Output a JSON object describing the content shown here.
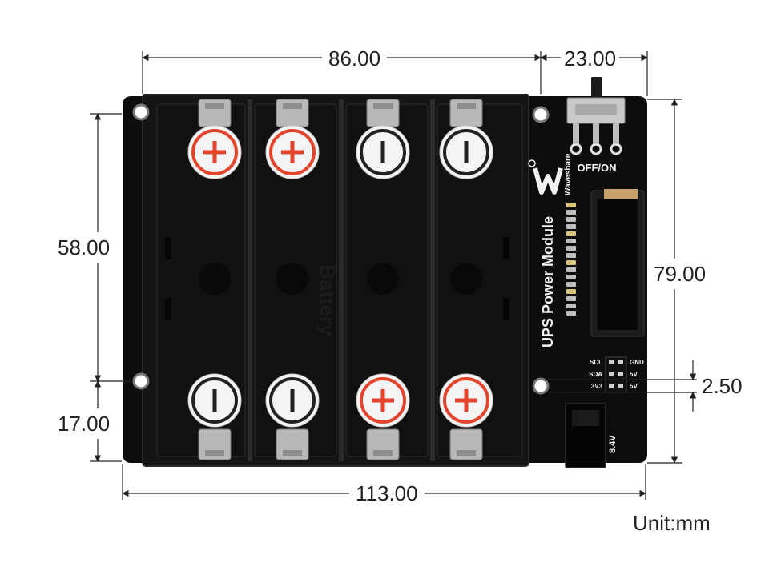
{
  "dimensions": {
    "top_left_width": "86.00",
    "top_right_width": "23.00",
    "left_upper_height": "58.00",
    "left_lower_height": "17.00",
    "right_height": "79.00",
    "hole_offset": "2.50",
    "bottom_width": "113.00"
  },
  "unit_label": "Unit:mm",
  "board": {
    "switch_label": "OFF/ON",
    "brand": "Waveshare",
    "module_title": "UPS Power Module",
    "header_left": [
      "SCL",
      "SDA",
      "3V3"
    ],
    "header_right": [
      "GND",
      "5V",
      "5V"
    ],
    "power_jack_label": "8.4V"
  },
  "terminals": {
    "top": [
      "+",
      "+",
      "−",
      "−"
    ],
    "bottom": [
      "−",
      "−",
      "+",
      "+"
    ]
  },
  "colors": {
    "positive": "#e2452b",
    "negative": "#222222",
    "board": "#0d0d0d",
    "dimension_line": "#222222"
  }
}
